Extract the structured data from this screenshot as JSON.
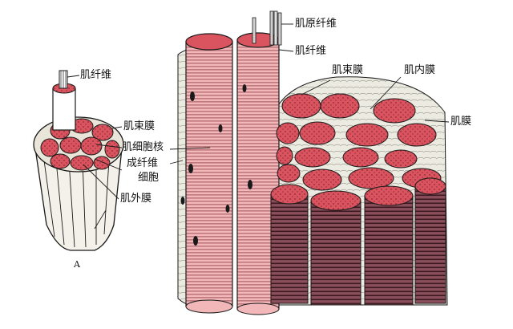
{
  "labels": {
    "left_myofiber": "肌纤维",
    "left_perimysium": "肌束膜",
    "left_nucleus": "肌细胞核",
    "left_fibroblast_1": "成纤维",
    "left_fibroblast_2": "细胞",
    "left_epimysium": "肌外膜",
    "panel": "A",
    "right_myofibril": "肌原纤维",
    "right_myofiber": "肌纤维",
    "right_perimysium": "肌束膜",
    "right_endomysium": "肌内膜",
    "right_sarcolemma": "肌膜"
  },
  "colors": {
    "fiber_pink": "#f0b3b5",
    "fiber_stripe": "#b56a70",
    "section_red": "#d9545f",
    "section_dark": "#5a2630",
    "tissue_light": "#ecebe2",
    "ink": "#1a1a1a"
  }
}
